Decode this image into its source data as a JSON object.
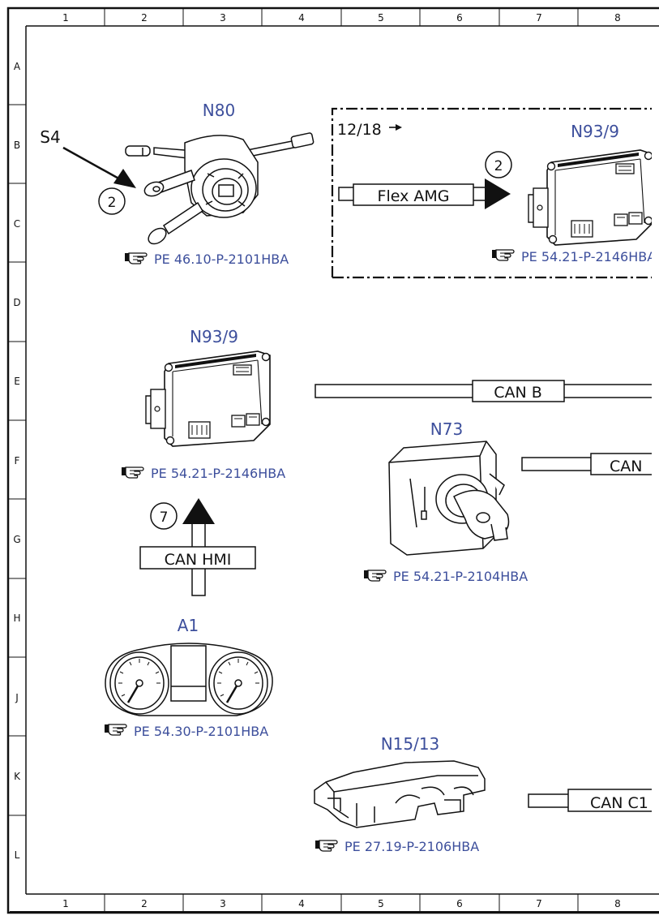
{
  "frame": {
    "columns": [
      "1",
      "2",
      "3",
      "4",
      "5",
      "6",
      "7",
      "8"
    ],
    "rows": [
      "A",
      "B",
      "C",
      "D",
      "E",
      "F",
      "G",
      "H",
      "J",
      "K",
      "L"
    ]
  },
  "components": {
    "n80": {
      "label": "N80",
      "ref": "PE 46.10-P-2101HBA"
    },
    "s4": {
      "label": "S4"
    },
    "n93_9_top": {
      "label": "N93/9",
      "ref": "PE 54.21-P-2146HBA"
    },
    "n93_9_mid": {
      "label": "N93/9",
      "ref": "PE 54.21-P-2146HBA"
    },
    "n73": {
      "label": "N73",
      "ref": "PE 54.21-P-2104HBA"
    },
    "a1": {
      "label": "A1",
      "ref": "PE 54.30-P-2101HBA"
    },
    "n15_13": {
      "label": "N15/13",
      "ref": "PE 27.19-P-2106HBA"
    }
  },
  "markers": {
    "step_s4": "2",
    "step_flex": "2",
    "step_canhmi": "7",
    "sheet_ref": "12/18"
  },
  "buses": {
    "flex_amg": "Flex AMG",
    "can_b": "CAN B",
    "can_n73": "CAN",
    "can_hmi": "CAN HMI",
    "can_c1": "CAN C1"
  },
  "colors": {
    "label_blue": "#3d4f9c",
    "line": "#111111"
  },
  "icons": {
    "reference": "pointing-hand-icon"
  }
}
